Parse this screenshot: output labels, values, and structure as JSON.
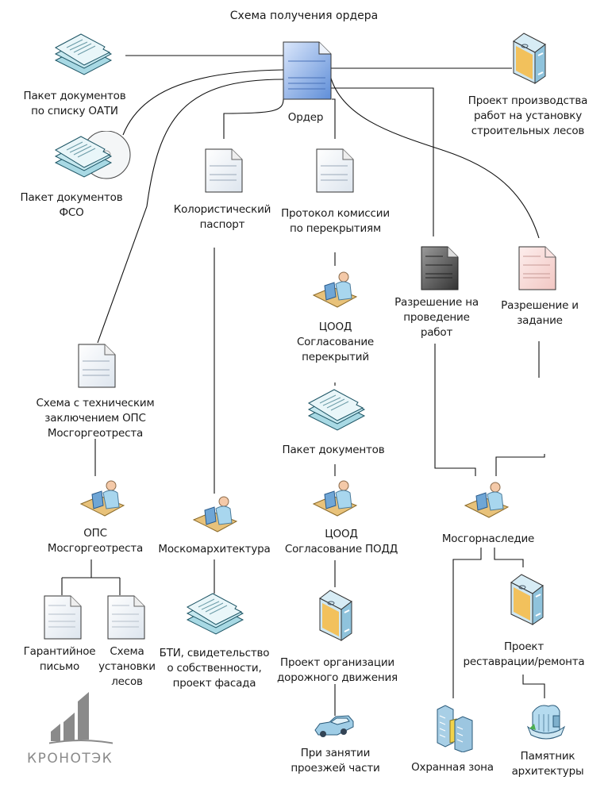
{
  "title": "Схема получения ордера",
  "nodes": {
    "order": {
      "label": "Ордер",
      "icon": "document-blue-icon"
    },
    "paket_oati": {
      "label": "Пакет документов\nпо списку ОАТИ",
      "icon": "document-stack-icon"
    },
    "paket_fso": {
      "label": "Пакет документов\nФСО",
      "icon": "document-stack-cd-icon"
    },
    "ppr": {
      "label": "Проект производства\nработ на установку\nстроительных лесов",
      "icon": "box-project-icon"
    },
    "kolor_pasport": {
      "label": "Колористический\nпаспорт",
      "icon": "document-icon"
    },
    "protokol": {
      "label": "Протокол комиссии\nпо перекрытиям",
      "icon": "document-icon"
    },
    "razresh_raboty": {
      "label": "Разрешение на\nпроведение\nработ",
      "icon": "document-dark-icon"
    },
    "razresh_zadanie": {
      "label": "Разрешение и\nзадание",
      "icon": "document-pink-icon"
    },
    "tsood_perekr": {
      "label": "ЦООД\nСогласование\nперекрытий",
      "icon": "office-worker-icon"
    },
    "skhema_ops": {
      "label": "Схема с техническим\nзаключением ОПС\nМосгоргеотреста",
      "icon": "document-icon"
    },
    "paket_doc": {
      "label": "Пакет документов",
      "icon": "document-stack-icon"
    },
    "ops": {
      "label": "ОПС\nМосгоргеотреста",
      "icon": "office-worker-icon"
    },
    "moskomarch": {
      "label": "Москомархитектура",
      "icon": "office-worker-icon"
    },
    "tsood_podd": {
      "label": "ЦООД\nСогласование ПОДД",
      "icon": "office-worker-icon"
    },
    "mosgornasl": {
      "label": "Мосгорнаследие",
      "icon": "office-worker-icon"
    },
    "garant": {
      "label": "Гарантийное\nписьмо",
      "icon": "document-icon"
    },
    "skhema_lesov": {
      "label": "Схема\nустановки\nлесов",
      "icon": "document-icon"
    },
    "bti": {
      "label": "БТИ, свидетельство\nо собственности,\nпроект фасада",
      "icon": "document-stack-icon"
    },
    "podd": {
      "label": "Проект организации\nдорожного движения",
      "icon": "box-project-icon"
    },
    "restavr": {
      "label": "Проект\nреставрации/ремонта",
      "icon": "box-project-icon"
    },
    "proezd": {
      "label": "При занятии\nпроезжей части",
      "icon": "car-icon"
    },
    "okhr_zona": {
      "label": "Охранная зона",
      "icon": "buildings-icon"
    },
    "pamyatnik": {
      "label": "Памятник\nархитектуры",
      "icon": "monument-building-icon"
    }
  },
  "logo": {
    "text": "КРОНОТЭК",
    "icon": "kronotek-logo-icon"
  },
  "colors": {
    "line": "#111111",
    "doc_blue": "#7fa6e0",
    "doc_dark": "#555555",
    "doc_pink": "#f7d6d3",
    "stack": "#bfe3ec",
    "box_orange": "#f2c15c",
    "box_blue": "#a9d4e6",
    "logo_gray": "#8a8a8a"
  }
}
